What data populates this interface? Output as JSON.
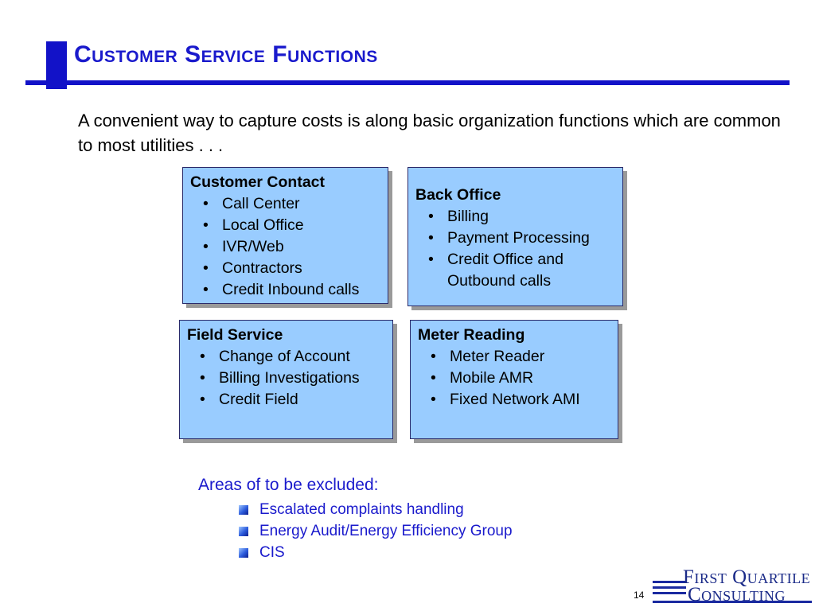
{
  "title": "Customer Service Functions",
  "intro": "A convenient way to capture costs is along basic organization functions which are common to most utilities . . .",
  "boxes": {
    "customer_contact": {
      "title": "Customer Contact",
      "items": [
        "Call Center",
        "Local Office",
        "IVR/Web",
        "Contractors",
        "Credit Inbound calls"
      ]
    },
    "back_office": {
      "title": "Back Office",
      "items": [
        "Billing",
        "Payment Processing",
        "Credit Office and Outbound calls"
      ]
    },
    "field_service": {
      "title": "Field Service",
      "items": [
        "Change of Account",
        "Billing Investigations",
        "Credit Field"
      ]
    },
    "meter_reading": {
      "title": "Meter Reading",
      "items": [
        "Meter Reader",
        "Mobile AMR",
        "Fixed Network AMI"
      ]
    }
  },
  "bullet_glyph": "•",
  "excluded": {
    "heading": "Areas of to be excluded:",
    "items": [
      "Escalated complaints handling",
      "Energy Audit/Energy Efficiency Group",
      "CIS"
    ]
  },
  "page_number": "14",
  "logo": {
    "line1": "First Quartile",
    "line2": "Consulting"
  },
  "colors": {
    "accent": "#1a1acc",
    "box_fill": "#99ccff",
    "title_bar": "#1212c8"
  }
}
